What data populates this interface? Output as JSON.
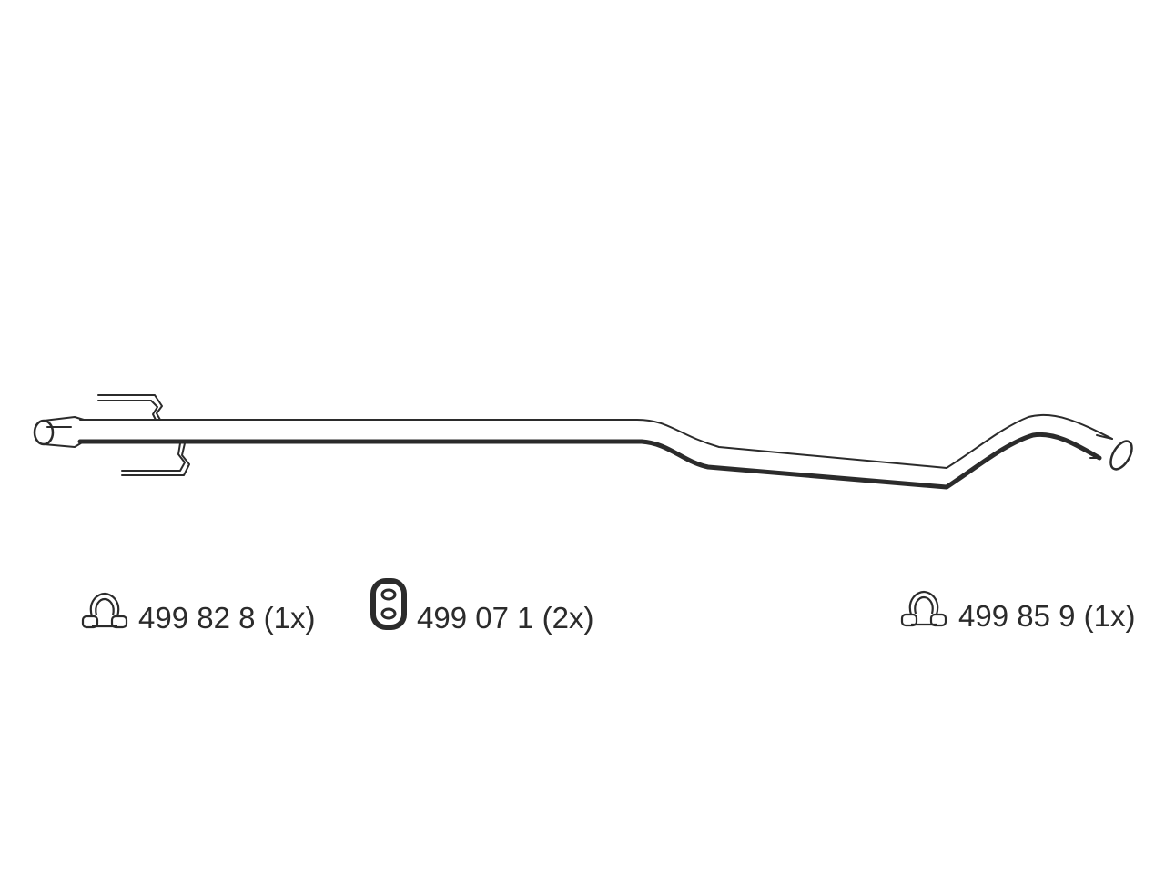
{
  "colors": {
    "line": "#2b2b2b",
    "background": "#ffffff"
  },
  "parts": [
    {
      "icon": "clamp-icon",
      "label": "499 82 8 (1x)"
    },
    {
      "icon": "rubber-mount-icon",
      "label": "499 07 1 (2x)"
    },
    {
      "icon": "clamp-icon",
      "label": "499 85 9 (1x)"
    }
  ]
}
